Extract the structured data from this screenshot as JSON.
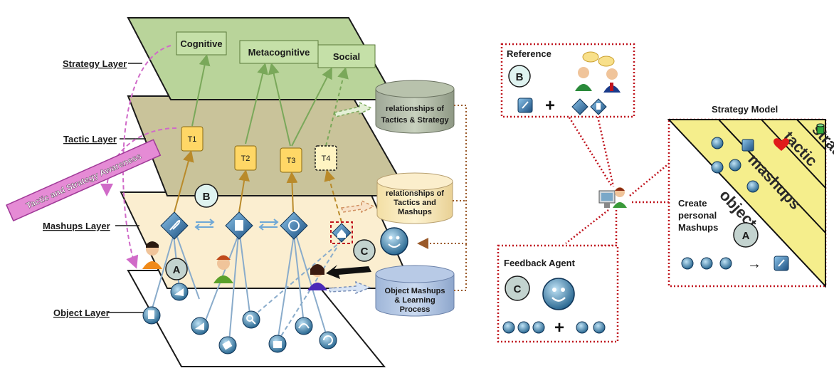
{
  "layers": {
    "strategy": "Strategy Layer",
    "tactic": "Tactic Layer",
    "mashups": "Mashups Layer",
    "object": "Object Layer"
  },
  "strategies": [
    "Cognitive",
    "Metacognitive",
    "Social"
  ],
  "tactics": [
    "T1",
    "T2",
    "T3",
    "T4"
  ],
  "awareness_banner": "Tactic and Strategy Awareness",
  "databases": {
    "tactics_strategy": [
      "relationships of",
      "Tactics & Strategy"
    ],
    "tactics_mashups": [
      "relationships of",
      "Tactics and",
      "Mashups"
    ],
    "object_mashups": [
      "Object Mashups",
      "& Learning",
      "Process"
    ]
  },
  "markers": {
    "a": "A",
    "b": "B",
    "c": "C"
  },
  "reference_box": {
    "title": "Reference",
    "marker": "B",
    "plus": "+"
  },
  "feedback_box": {
    "title": "Feedback Agent",
    "marker": "C",
    "plus": "+"
  },
  "strategy_model": {
    "title": "Strategy Model",
    "bands": [
      "strategy",
      "tactic",
      "mashups",
      "object"
    ],
    "create_label": [
      "Create",
      "personal",
      "Mashups"
    ],
    "marker": "A",
    "arrow": "→"
  },
  "colors": {
    "strategy_plane": "#b9d49a",
    "tactic_plane": "#c9c39a",
    "mashups_plane": "#fbeed0",
    "object_plane": "#ffffff",
    "tactic_box": "#ffd766",
    "band_yellow": "#f5ee8c",
    "dotted_red": "#c0141e",
    "awareness_pink": "#e58bd5"
  }
}
